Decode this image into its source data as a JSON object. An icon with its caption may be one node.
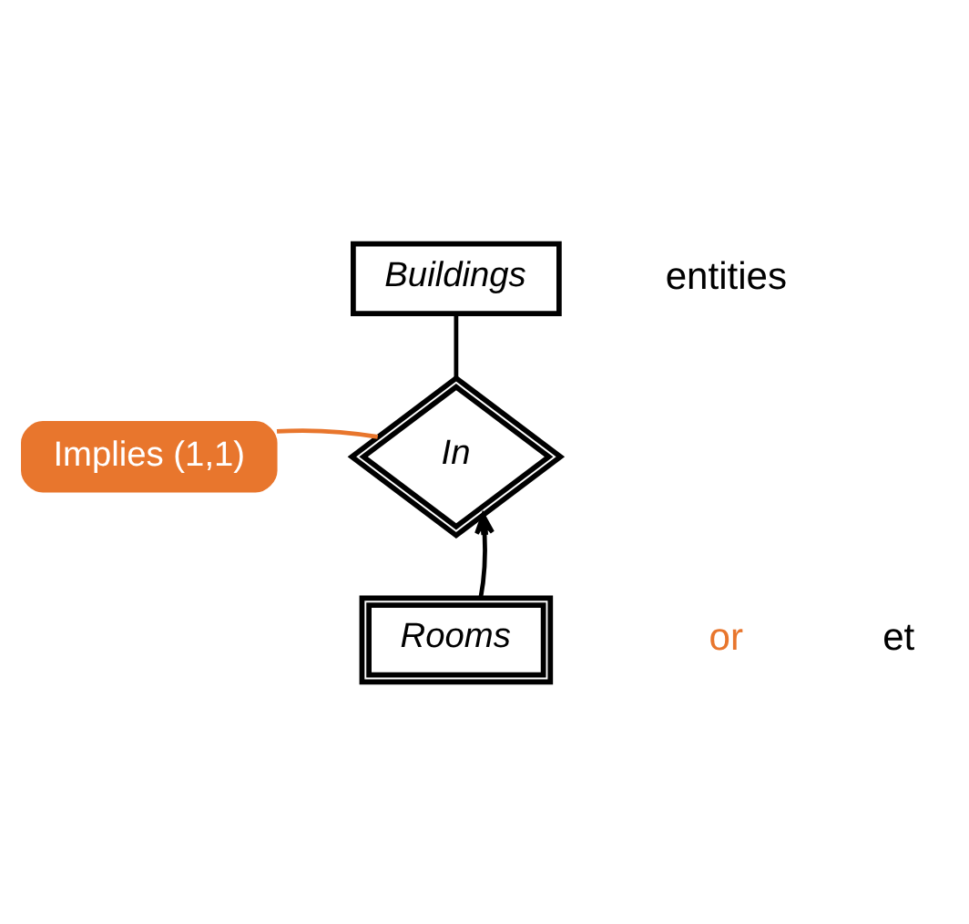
{
  "diagram": {
    "nodes": [
      {
        "text": [
          "Buildings"
        ]
      },
      {
        "text": [
          "In"
        ]
      },
      {
        "text": [
          "Rooms"
        ]
      },
      {
        "text": [
          "Implies (1,1)"
        ]
      }
    ],
    "edges": [
      {
        "from": 0,
        "to": 1,
        "arrow": "none"
      },
      {
        "from": 2,
        "to": 1,
        "arrow": "to"
      },
      {
        "from": 3,
        "to": 1,
        "arrow": "none",
        "color": "#e8762d"
      }
    ],
    "labels": [
      "entities",
      "or",
      "et"
    ]
  }
}
